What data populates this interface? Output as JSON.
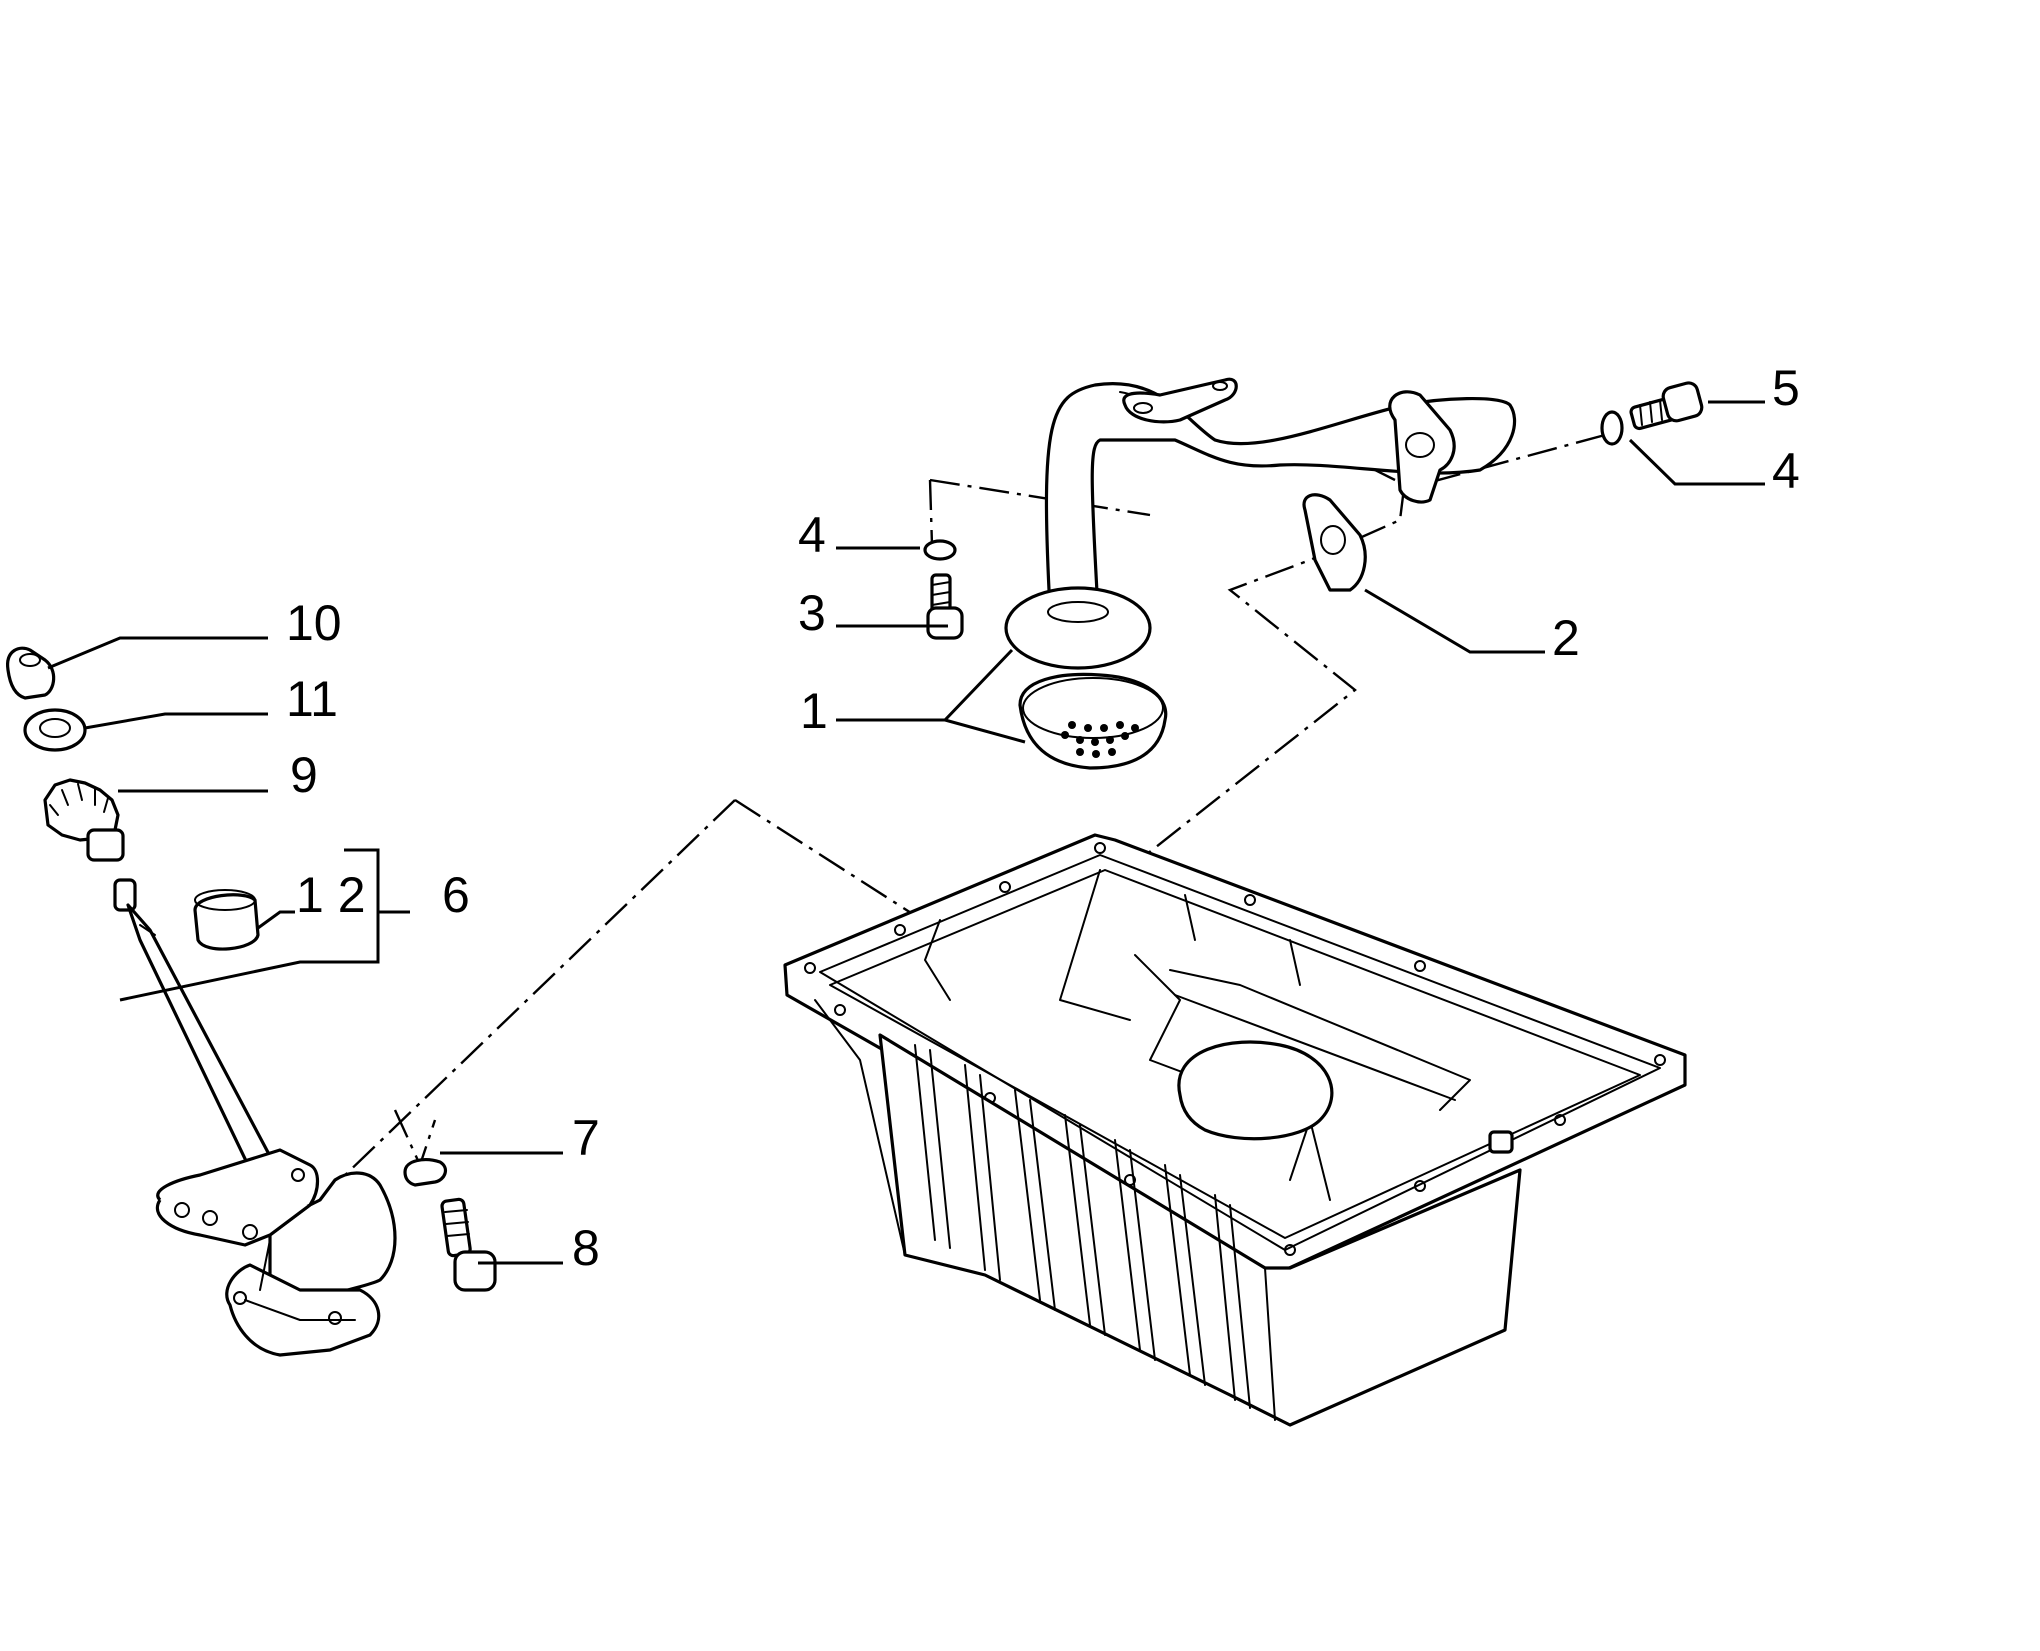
{
  "callouts": [
    {
      "id": "c1",
      "text": "1"
    },
    {
      "id": "c2",
      "text": "2"
    },
    {
      "id": "c3",
      "text": "3"
    },
    {
      "id": "c4a",
      "text": "4"
    },
    {
      "id": "c4b",
      "text": "4"
    },
    {
      "id": "c5",
      "text": "5"
    },
    {
      "id": "c6",
      "text": "6"
    },
    {
      "id": "c7",
      "text": "7"
    },
    {
      "id": "c8",
      "text": "8"
    },
    {
      "id": "c9",
      "text": "9"
    },
    {
      "id": "c10",
      "text": "10"
    },
    {
      "id": "c11",
      "text": "11"
    },
    {
      "id": "c12",
      "text": "1 2"
    }
  ]
}
